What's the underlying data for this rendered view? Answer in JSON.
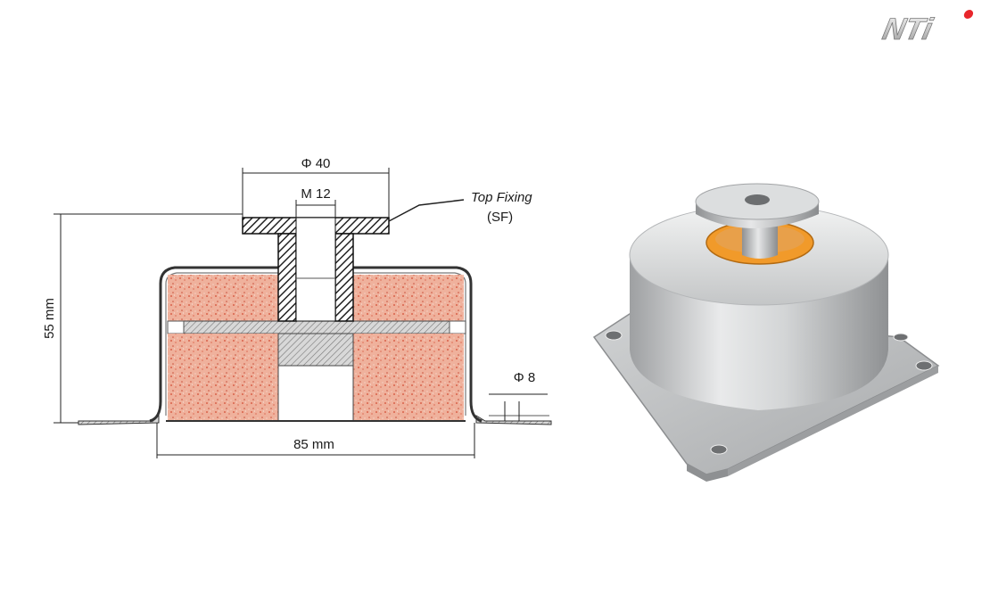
{
  "logo": {
    "text": "NTi",
    "accent_color": "#e8262b"
  },
  "drawing": {
    "dim_top_diameter": "Φ 40",
    "dim_thread": "M 12",
    "dim_height": "55 mm",
    "dim_width": "85 mm",
    "dim_hole": "Φ 8",
    "callout_label": "Top Fixing",
    "callout_code": "(SF)"
  },
  "colors": {
    "rubber": "#e8a48c",
    "housing": "#c9cbcc",
    "core_orange": "#f19a2a",
    "ink": "#1a1a1a"
  }
}
